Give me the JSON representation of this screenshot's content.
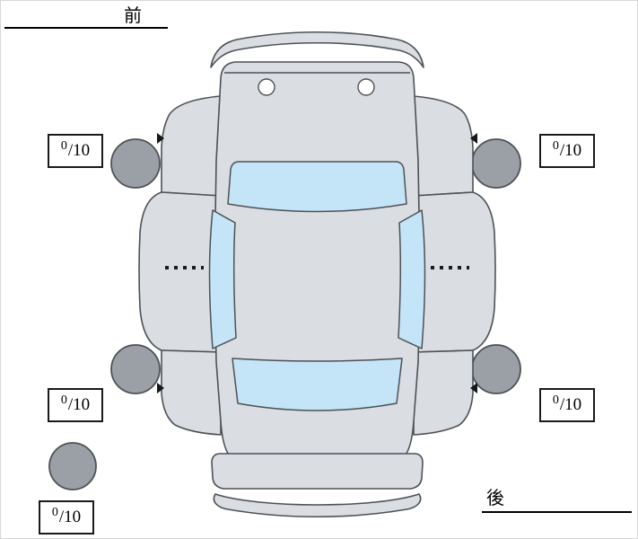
{
  "labels": {
    "front": "前",
    "rear": "後"
  },
  "scores": {
    "front_left": {
      "value": "0",
      "max": "/10"
    },
    "front_right": {
      "value": "0",
      "max": "/10"
    },
    "rear_left": {
      "value": "0",
      "max": "/10"
    },
    "rear_right": {
      "value": "0",
      "max": "/10"
    },
    "spare": {
      "value": "0",
      "max": "/10"
    }
  },
  "colors": {
    "body": "#dadde2",
    "window": "#c3e5f7",
    "tire": "#9aa0a5",
    "outline": "#4d5257",
    "score_border": "#1a1a1a"
  }
}
